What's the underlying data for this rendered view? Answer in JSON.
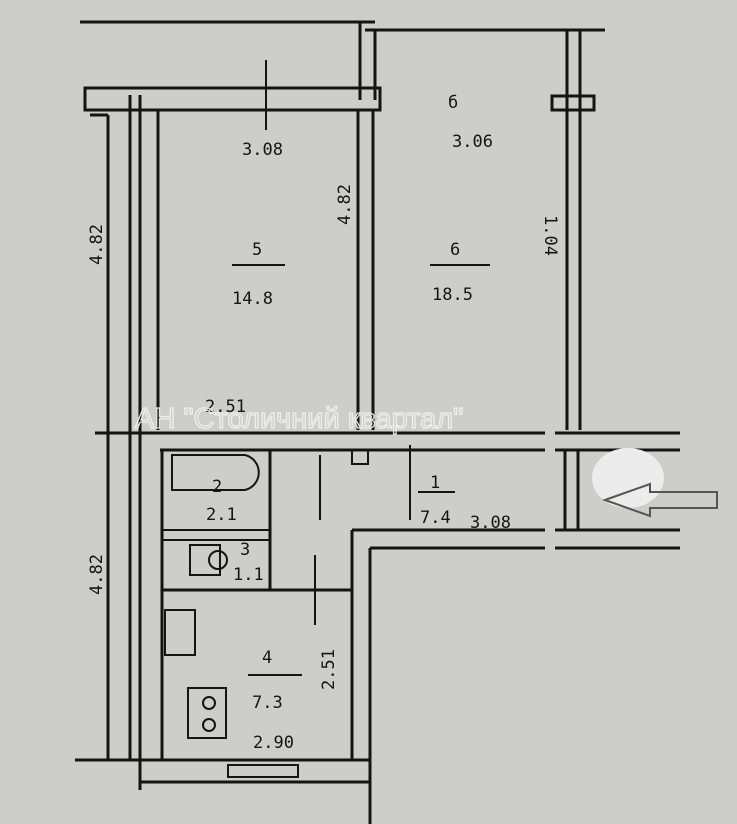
{
  "watermark": "АН \"Столичний квартал\"",
  "rooms": [
    {
      "number": "1",
      "area": "7.4",
      "dimension": "3.08"
    },
    {
      "number": "2",
      "area": "2.1"
    },
    {
      "number": "3",
      "area": "1.1"
    },
    {
      "number": "4",
      "area": "7.3",
      "dimension_width": "2.90",
      "dimension_length": "2.51"
    },
    {
      "number": "5",
      "area": "14.8",
      "dimension_width": "3.08",
      "dimension_length": "4.82",
      "dimension_bottom": "2.51"
    },
    {
      "number": "6",
      "area": "18.5",
      "dimension_width": "3.06",
      "dimension_length": "1.04"
    }
  ],
  "balcony_label": "б",
  "outer_dimensions": [
    "4.82",
    "4.82"
  ],
  "colors": {
    "background": "#cdcdcb",
    "ink": "#141414",
    "marker": "#ececec"
  }
}
